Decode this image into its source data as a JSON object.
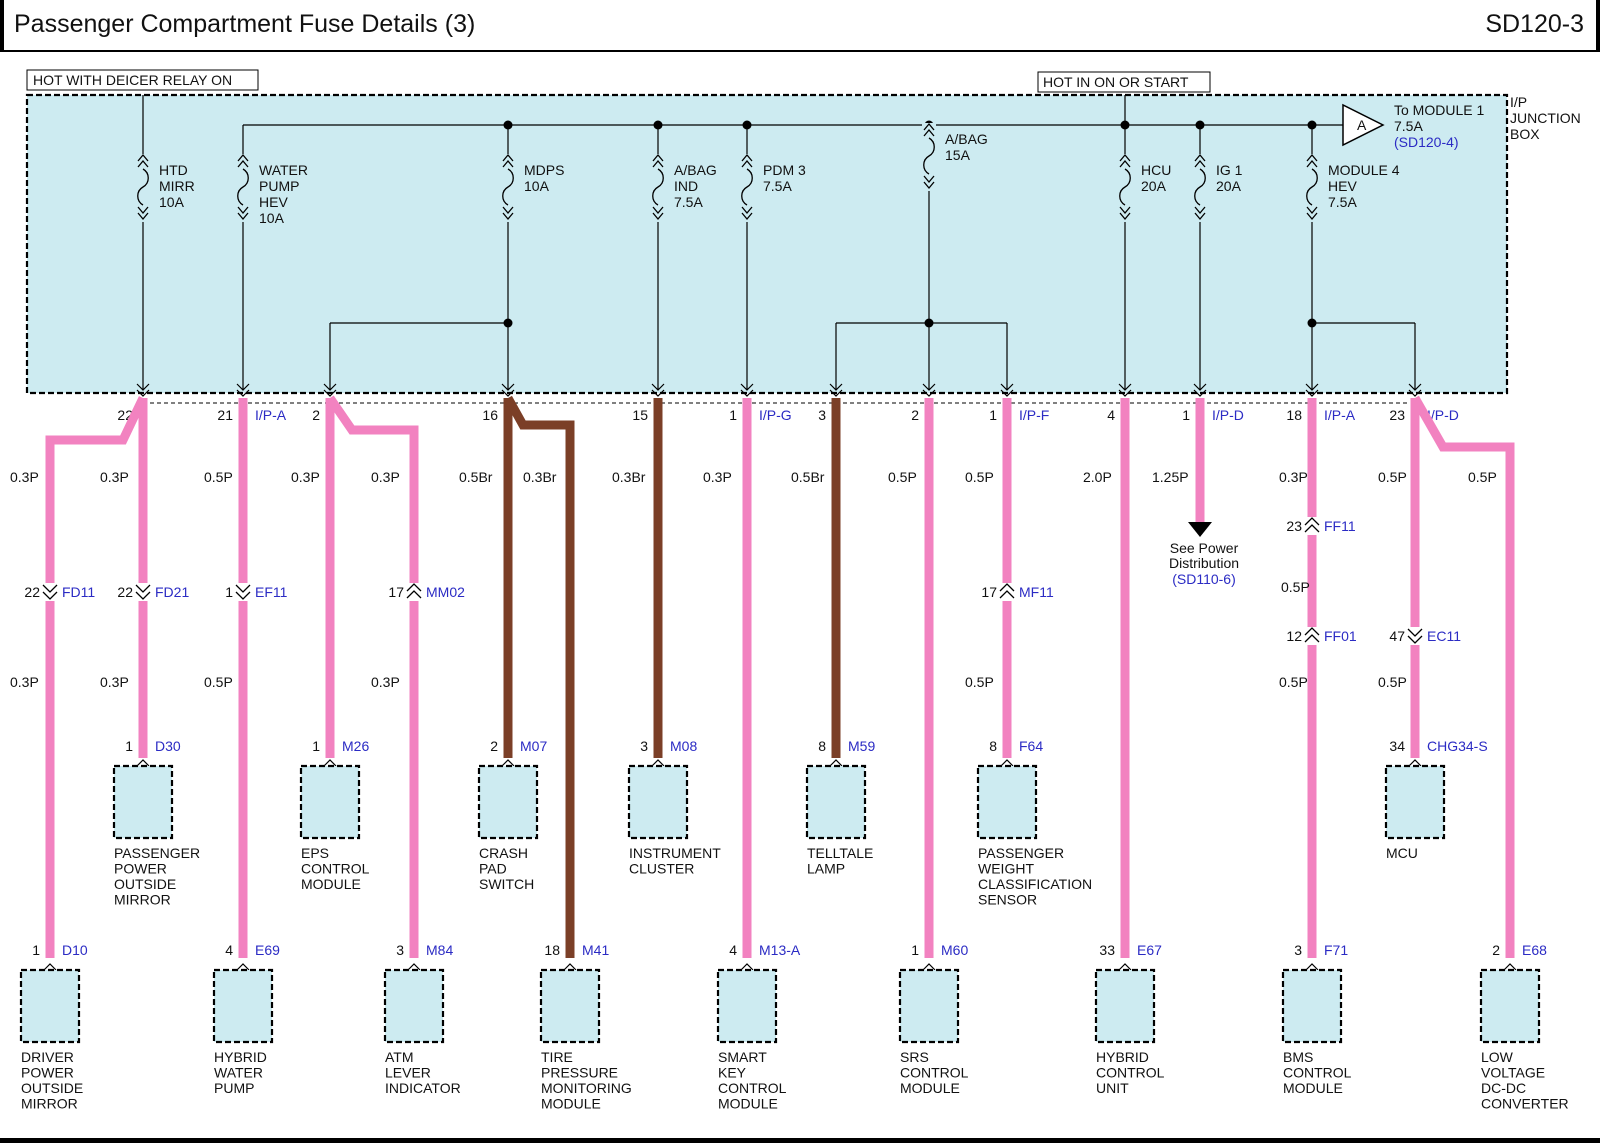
{
  "title": "Passenger Compartment Fuse Details (3)",
  "page_code": "SD120-3",
  "labels": {
    "hot_deicer": "HOT WITH DEICER RELAY ON",
    "hot_on_start": "HOT IN ON OR START",
    "junction_box": [
      "I/P",
      "JUNCTION",
      "BOX"
    ],
    "module_ref": [
      "To MODULE 1",
      "7.5A",
      "(SD120-4)"
    ],
    "module_ref_marker": "A",
    "power_dist": [
      "See Power",
      "Distribution",
      "(SD110-6)"
    ]
  },
  "colors": {
    "pink": "#f282c0",
    "brown": "#7b3f27",
    "box_fill": "#cdebf1",
    "link": "#2b2bc4"
  },
  "fuses": [
    {
      "lines": [
        "HTD",
        "MIRR",
        "10A"
      ]
    },
    {
      "lines": [
        "WATER",
        "PUMP",
        "HEV",
        "10A"
      ]
    },
    {
      "lines": [
        "MDPS",
        "10A"
      ]
    },
    {
      "lines": [
        "A/BAG",
        "IND",
        "7.5A"
      ]
    },
    {
      "lines": [
        "PDM 3",
        "7.5A"
      ]
    },
    {
      "lines": [
        "A/BAG",
        "15A"
      ]
    },
    {
      "lines": [
        "HCU",
        "20A"
      ]
    },
    {
      "lines": [
        "IG 1",
        "20A"
      ]
    },
    {
      "lines": [
        "MODULE 4",
        "HEV",
        "7.5A"
      ]
    }
  ],
  "pins": [
    {
      "num": "22",
      "conn": ""
    },
    {
      "num": "21",
      "conn": "I/P-A"
    },
    {
      "num": "2",
      "conn": ""
    },
    {
      "num": "16",
      "conn": ""
    },
    {
      "num": "15",
      "conn": ""
    },
    {
      "num": "1",
      "conn": "I/P-G"
    },
    {
      "num": "3",
      "conn": ""
    },
    {
      "num": "2",
      "conn": ""
    },
    {
      "num": "1",
      "conn": "I/P-F"
    },
    {
      "num": "4",
      "conn": ""
    },
    {
      "num": "1",
      "conn": "I/P-D"
    },
    {
      "num": "18",
      "conn": "I/P-A"
    },
    {
      "num": "23",
      "conn": "I/P-D"
    }
  ],
  "wire_specs": [
    "0.3P",
    "0.3P",
    "0.5P",
    "0.3P",
    "0.3P",
    "0.5Br",
    "0.3Br",
    "0.3Br",
    "0.3P",
    "0.5Br",
    "0.5P",
    "0.5P",
    "2.0P",
    "1.25P",
    "0.3P",
    "0.5P",
    "0.5P",
    "0.3P",
    "0.3P",
    "0.5P",
    "0.3P",
    "0.5P",
    "0.5P",
    "0.5P"
  ],
  "inline_connectors": [
    {
      "pin": "22",
      "id": "FD11"
    },
    {
      "pin": "22",
      "id": "FD21"
    },
    {
      "pin": "1",
      "id": "EF11"
    },
    {
      "pin": "17",
      "id": "MM02"
    },
    {
      "pin": "17",
      "id": "MF11"
    },
    {
      "pin": "23",
      "id": "FF11"
    },
    {
      "pin": "12",
      "id": "FF01"
    },
    {
      "pin": "47",
      "id": "EC11"
    }
  ],
  "components": [
    {
      "pin": "1",
      "id": "D30",
      "name": [
        "PASSENGER",
        "POWER",
        "OUTSIDE",
        "MIRROR"
      ]
    },
    {
      "pin": "1",
      "id": "M26",
      "name": [
        "EPS",
        "CONTROL",
        "MODULE"
      ]
    },
    {
      "pin": "2",
      "id": "M07",
      "name": [
        "CRASH",
        "PAD",
        "SWITCH"
      ]
    },
    {
      "pin": "3",
      "id": "M08",
      "name": [
        "INSTRUMENT",
        "CLUSTER"
      ]
    },
    {
      "pin": "8",
      "id": "M59",
      "name": [
        "TELLTALE",
        "LAMP"
      ]
    },
    {
      "pin": "8",
      "id": "F64",
      "name": [
        "PASSENGER",
        "WEIGHT",
        "CLASSIFICATION",
        "SENSOR"
      ]
    },
    {
      "pin": "34",
      "id": "CHG34-S",
      "name": [
        "MCU"
      ]
    },
    {
      "pin": "1",
      "id": "D10",
      "name": [
        "DRIVER",
        "POWER",
        "OUTSIDE",
        "MIRROR"
      ]
    },
    {
      "pin": "4",
      "id": "E69",
      "name": [
        "HYBRID",
        "WATER",
        "PUMP"
      ]
    },
    {
      "pin": "3",
      "id": "M84",
      "name": [
        "ATM",
        "LEVER",
        "INDICATOR"
      ]
    },
    {
      "pin": "18",
      "id": "M41",
      "name": [
        "TIRE",
        "PRESSURE",
        "MONITORING",
        "MODULE"
      ]
    },
    {
      "pin": "4",
      "id": "M13-A",
      "name": [
        "SMART",
        "KEY",
        "CONTROL",
        "MODULE"
      ]
    },
    {
      "pin": "1",
      "id": "M60",
      "name": [
        "SRS",
        "CONTROL",
        "MODULE"
      ]
    },
    {
      "pin": "33",
      "id": "E67",
      "name": [
        "HYBRID",
        "CONTROL",
        "UNIT"
      ]
    },
    {
      "pin": "3",
      "id": "F71",
      "name": [
        "BMS",
        "CONTROL",
        "MODULE"
      ]
    },
    {
      "pin": "2",
      "id": "E68",
      "name": [
        "LOW",
        "VOLTAGE",
        "DC-DC",
        "CONVERTER"
      ]
    }
  ]
}
